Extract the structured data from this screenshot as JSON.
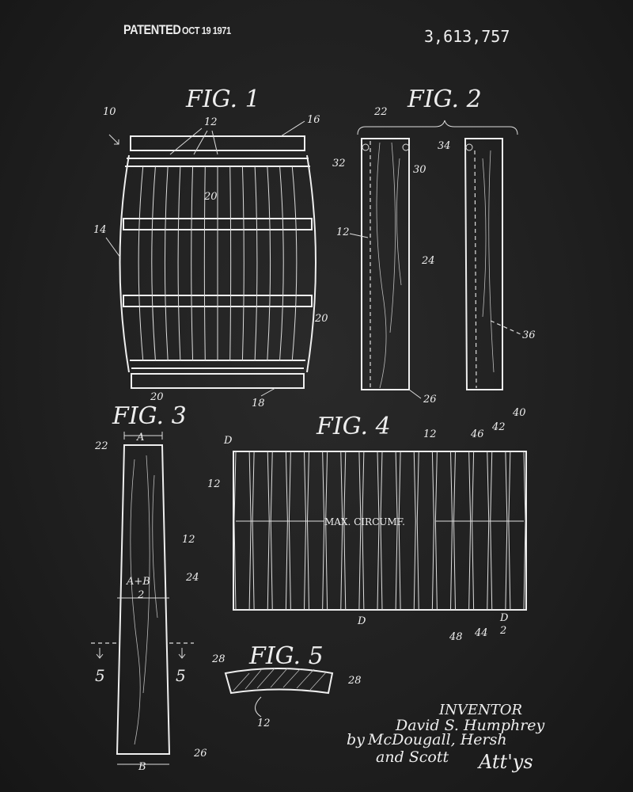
{
  "header": {
    "patented": "PATENTED",
    "date": "OCT 19 1971",
    "patent_number": "3,613,757"
  },
  "figures": {
    "fig1": "FIG. 1",
    "fig2": "FIG. 2",
    "fig3": "FIG. 3",
    "fig4": "FIG. 4",
    "fig5": "FIG. 5"
  },
  "fig1_labels": {
    "n10": "10",
    "n12": "12",
    "n16": "16",
    "n20a": "20",
    "n14": "14",
    "n20b": "20",
    "n20c": "20",
    "n18": "18"
  },
  "fig2_labels": {
    "n22": "22",
    "n32": "32",
    "n30": "30",
    "n34": "34",
    "n12": "12",
    "n24": "24",
    "n36": "36",
    "n26": "26"
  },
  "fig3_labels": {
    "A": "A",
    "n22": "22",
    "n12": "12",
    "ab_num": "A+B",
    "ab_den": "2",
    "n24": "24",
    "s5l": "5",
    "s5r": "5",
    "n26": "26",
    "B": "B"
  },
  "fig4_labels": {
    "D_top": "D",
    "n12a": "12",
    "n46": "46",
    "n42": "42",
    "n40": "40",
    "n12b": "12",
    "max": "MAX. CIRCUMF.",
    "D_bot": "D",
    "n48": "48",
    "n44": "44",
    "half_num": "D",
    "half_den": "2"
  },
  "fig5_labels": {
    "n28a": "28",
    "n28b": "28",
    "n12": "12"
  },
  "inventor": {
    "title": "INVENTOR",
    "name": "David S. Humphrey",
    "by": "by",
    "attorneys1": "McDougall, Hersh",
    "attorneys2": "and Scott",
    "attys": "Att'ys"
  }
}
